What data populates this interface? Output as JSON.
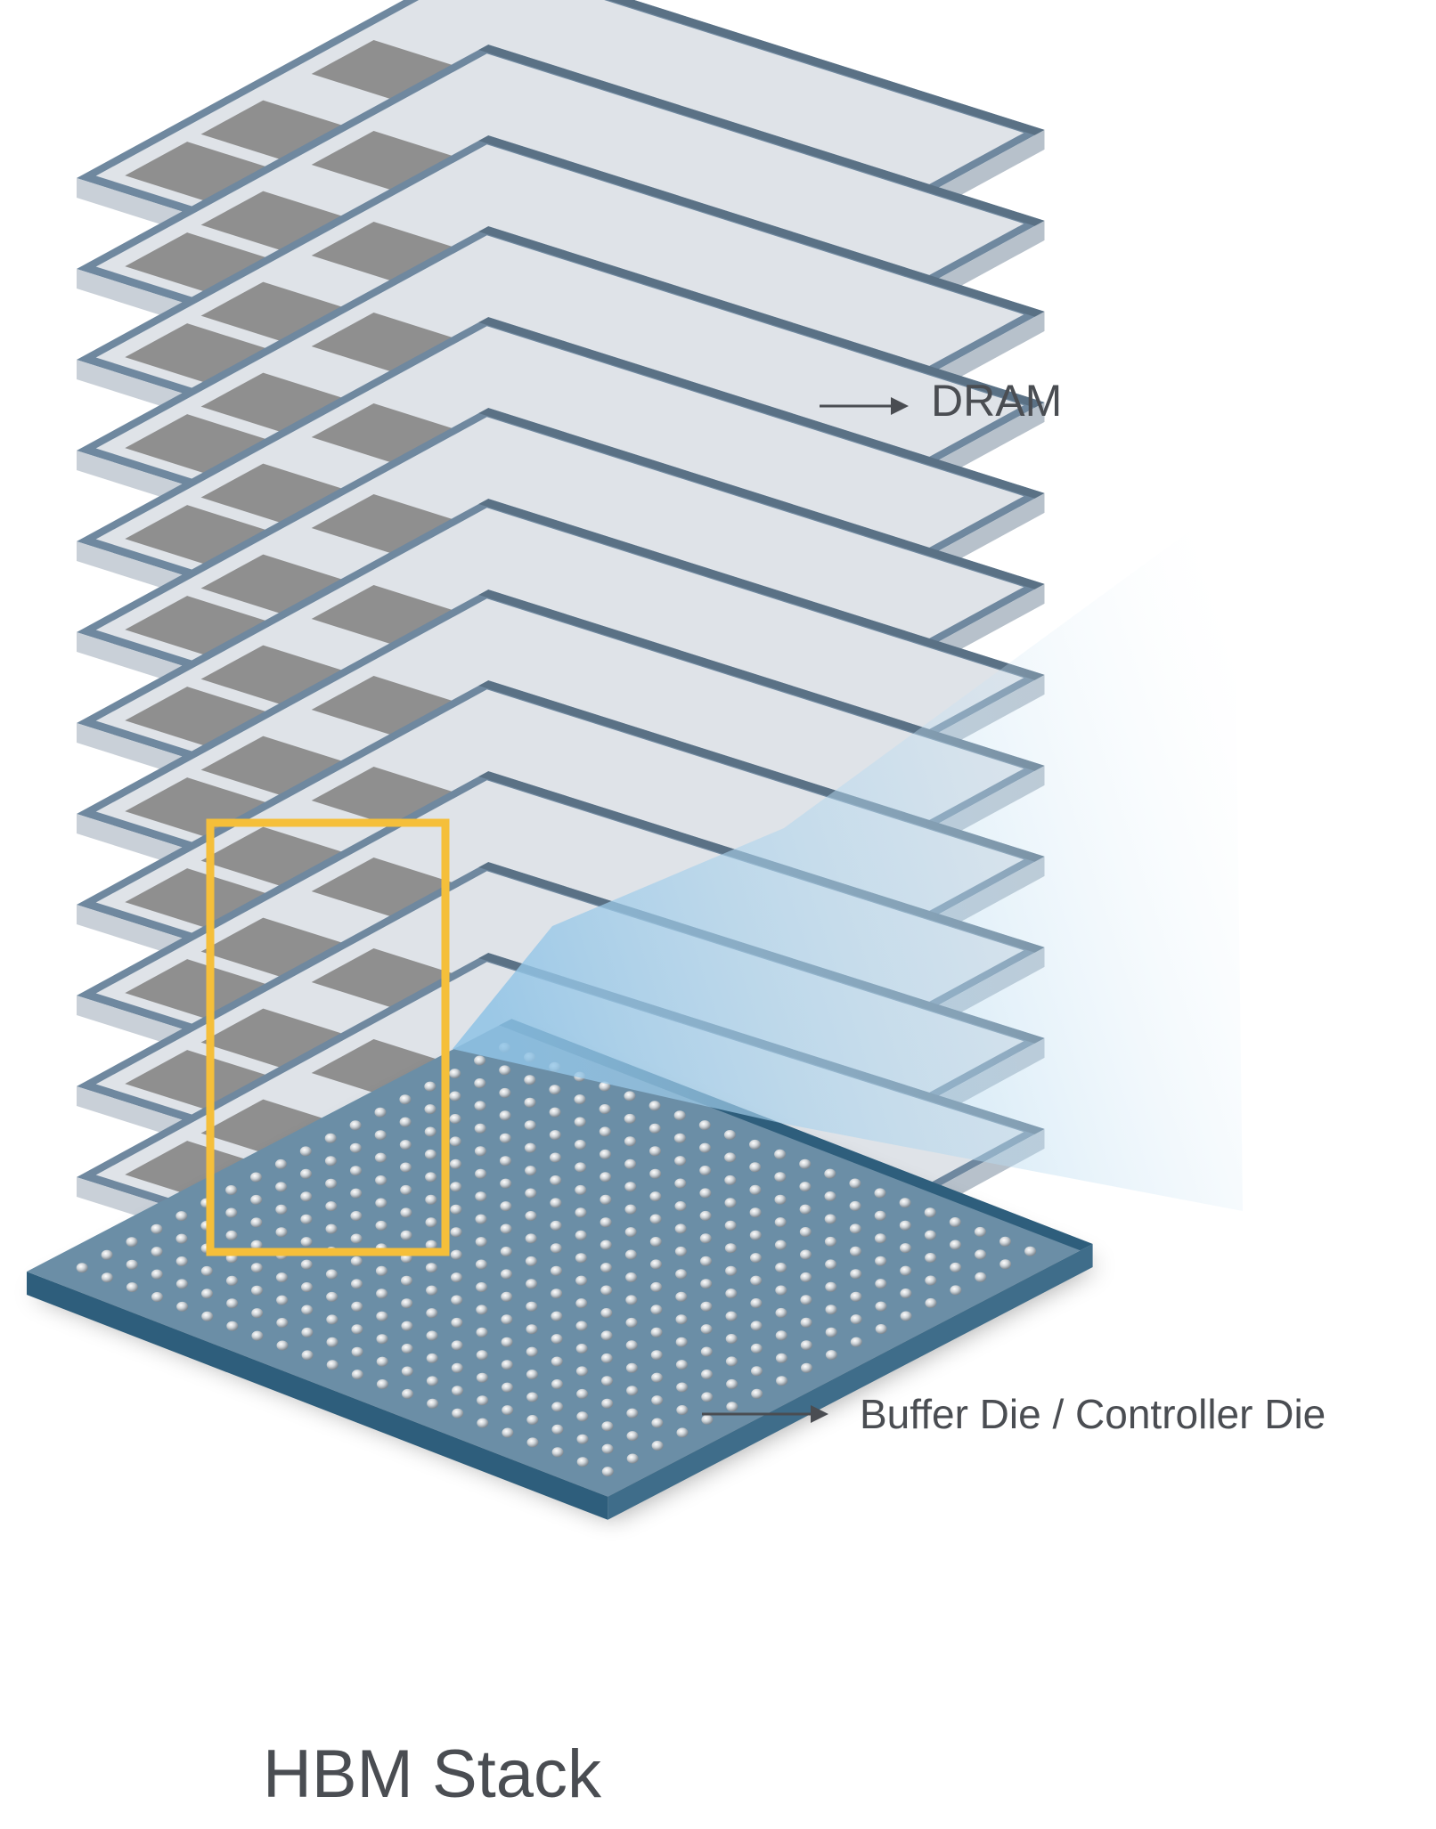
{
  "diagram": {
    "title": "HBM Stack",
    "labels": {
      "dram": "DRAM",
      "buffer": "Buffer Die / Controller Die"
    },
    "dram_layer_count": 12,
    "colors": {
      "die_top": "#dfe3e8",
      "die_edge": "#6f889f",
      "die_edge_dark": "#5a7185",
      "bank_grey": "#8f8f8f",
      "bank_dark": "#2a2a2a",
      "tsv_blue": "#5fa9e0",
      "center_teal": "#a9d4cf",
      "base_top": "#6b8ea6",
      "base_edge": "#2e5e7c",
      "bump": "#e6e9ec",
      "highlight": "#f5bf3a",
      "beam": "#8fc3e6",
      "text": "#4a4d52",
      "arrow": "#4a4d52"
    }
  }
}
